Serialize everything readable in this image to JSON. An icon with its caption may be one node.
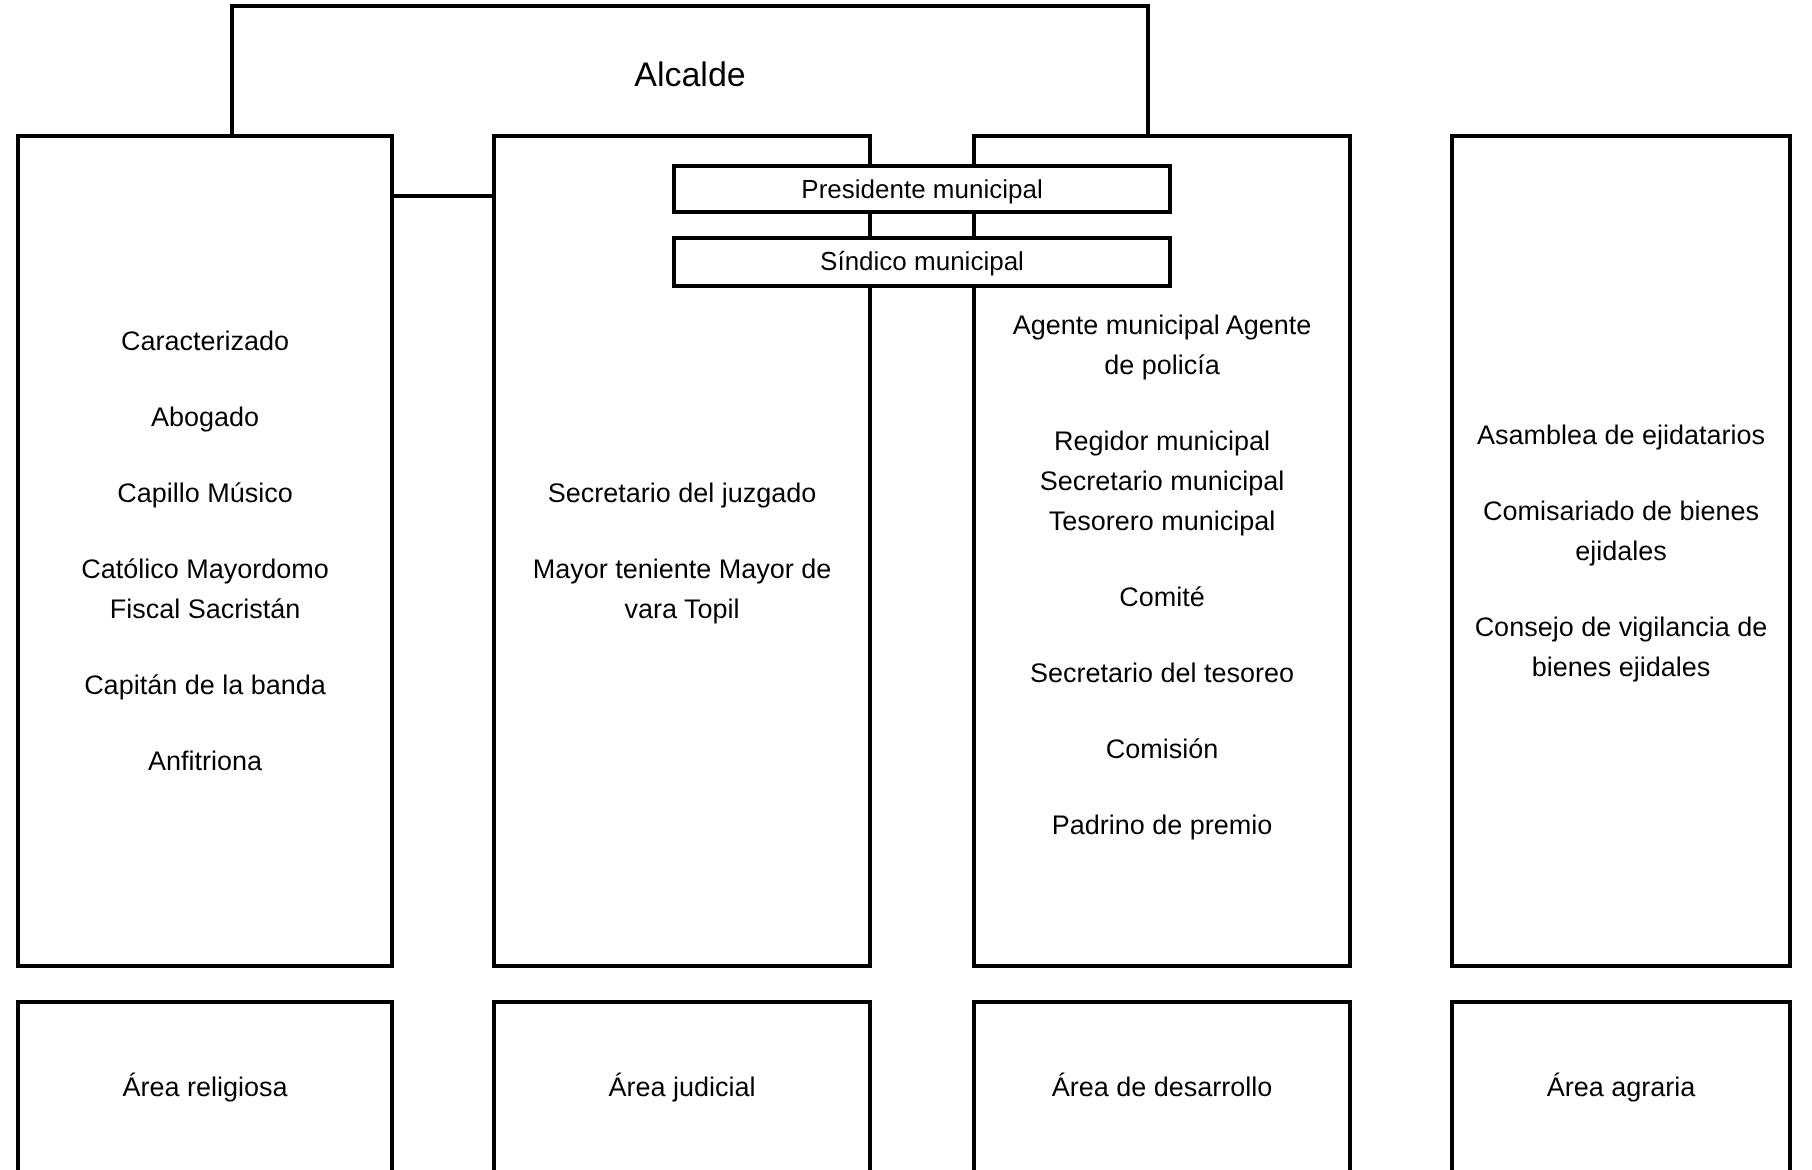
{
  "diagram": {
    "nodes": [
      {
        "text": [
          "Alcalde"
        ]
      },
      {
        "text": [
          "Caracterizado",
          "Abogado",
          "Capillo Músico",
          "Católico Mayordomo Fiscal Sacristán",
          "Capitán de la banda",
          "Anfitriona"
        ]
      },
      {
        "text": [
          "Secretario del juzgado",
          "Mayor teniente Mayor de vara Topil"
        ]
      },
      {
        "text": [
          "Agente municipal Agente de policía",
          "Regidor municipal Secretario municipal Tesorero municipal",
          "Comité",
          "Secretario del tesoreo",
          "Comisión",
          "Padrino de premio"
        ]
      },
      {
        "text": [
          "Asamblea de ejidatarios",
          "Comisariado de bienes ejidales",
          "Consejo de vigilancia de bienes ejidales"
        ]
      },
      {
        "text": [
          "Presidente municipal"
        ]
      },
      {
        "text": [
          "Síndico municipal"
        ]
      },
      {
        "text": [
          "Área religiosa"
        ]
      },
      {
        "text": [
          "Área judicial"
        ]
      },
      {
        "text": [
          "Área de desarrollo"
        ]
      },
      {
        "text": [
          "Área agraria"
        ]
      }
    ],
    "edges": [
      {
        "from": 1,
        "to": 2,
        "arrow": "none"
      }
    ]
  }
}
